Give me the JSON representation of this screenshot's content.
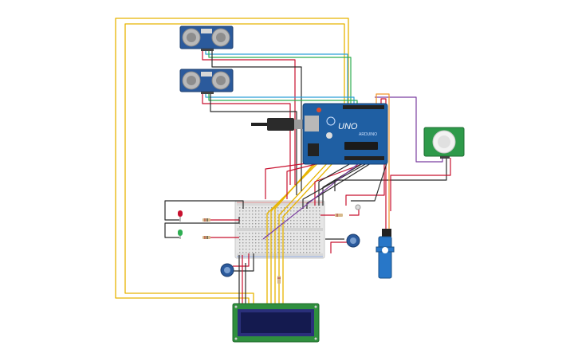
{
  "board": {
    "label": "UNO",
    "brand": "ARDUINO"
  },
  "components": {
    "ultrasonic_sensors": 2,
    "leds": [
      "red",
      "green"
    ],
    "potentiometers": 2,
    "servo": 1,
    "pir_sensor": 1,
    "lcd": "16x2",
    "breadboard": "half"
  },
  "colors": {
    "yellow_wire": "#f2c200",
    "red_wire": "#c8102e",
    "black_wire": "#2b2b2b",
    "green_wire": "#2eae52",
    "blue_wire": "#2b9fd6",
    "orange_wire": "#f0932b",
    "purple_wire": "#7b3fa0",
    "board_blue": "#1f5fa3",
    "sensor_blue": "#2b5a9c",
    "lcd_green": "#2f8f3e"
  }
}
